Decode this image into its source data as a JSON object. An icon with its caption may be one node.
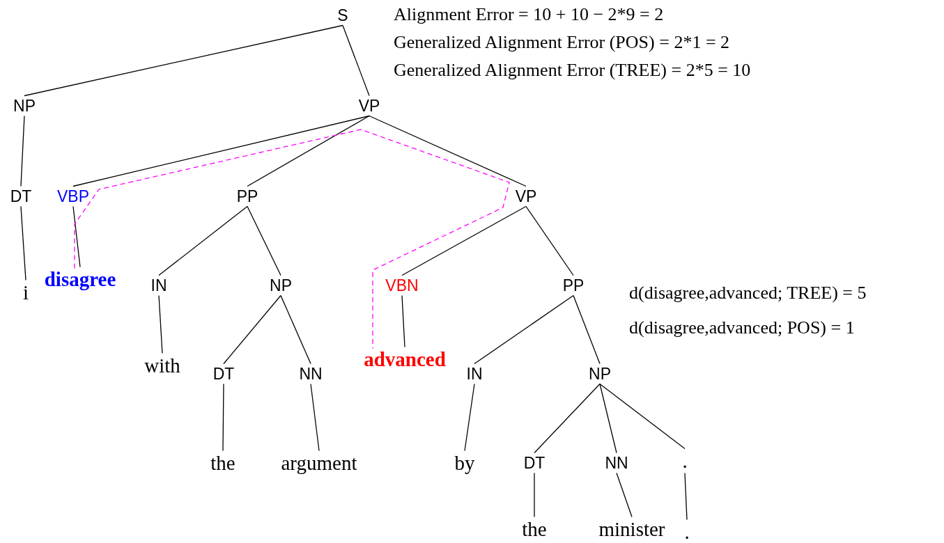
{
  "diagram": {
    "nodes": [
      {
        "text": [
          "S"
        ]
      },
      {
        "text": [
          "NP"
        ]
      },
      {
        "text": [
          "VP"
        ]
      },
      {
        "text": [
          "DT"
        ]
      },
      {
        "text": [
          "VBP"
        ]
      },
      {
        "text": [
          "i"
        ]
      },
      {
        "text": [
          "disagree"
        ]
      },
      {
        "text": [
          "PP"
        ]
      },
      {
        "text": [
          "VP"
        ]
      },
      {
        "text": [
          "IN"
        ]
      },
      {
        "text": [
          "NP"
        ]
      },
      {
        "text": [
          "with"
        ]
      },
      {
        "text": [
          "DT"
        ]
      },
      {
        "text": [
          "NN"
        ]
      },
      {
        "text": [
          "the"
        ]
      },
      {
        "text": [
          "argument"
        ]
      },
      {
        "text": [
          "VBN"
        ]
      },
      {
        "text": [
          "PP"
        ]
      },
      {
        "text": [
          "advanced"
        ]
      },
      {
        "text": [
          "IN"
        ]
      },
      {
        "text": [
          "NP"
        ]
      },
      {
        "text": [
          "by"
        ]
      },
      {
        "text": [
          "DT"
        ]
      },
      {
        "text": [
          "NN"
        ]
      },
      {
        "text": [
          "."
        ]
      },
      {
        "text": [
          "the"
        ]
      },
      {
        "text": [
          "minister"
        ]
      },
      {
        "text": [
          "."
        ]
      }
    ],
    "edges": [
      {
        "from": 0,
        "to": 1,
        "arrow": "none"
      },
      {
        "from": 0,
        "to": 2,
        "arrow": "none"
      },
      {
        "from": 1,
        "to": 3,
        "arrow": "none"
      },
      {
        "from": 2,
        "to": 4,
        "arrow": "none"
      },
      {
        "from": 2,
        "to": 7,
        "arrow": "none"
      },
      {
        "from": 2,
        "to": 8,
        "arrow": "none"
      },
      {
        "from": 3,
        "to": 5,
        "arrow": "none"
      },
      {
        "from": 4,
        "to": 6,
        "arrow": "none"
      },
      {
        "from": 7,
        "to": 9,
        "arrow": "none"
      },
      {
        "from": 7,
        "to": 10,
        "arrow": "none"
      },
      {
        "from": 8,
        "to": 16,
        "arrow": "none"
      },
      {
        "from": 8,
        "to": 17,
        "arrow": "none"
      },
      {
        "from": 9,
        "to": 11,
        "arrow": "none"
      },
      {
        "from": 10,
        "to": 12,
        "arrow": "none"
      },
      {
        "from": 10,
        "to": 13,
        "arrow": "none"
      },
      {
        "from": 12,
        "to": 14,
        "arrow": "none"
      },
      {
        "from": 13,
        "to": 15,
        "arrow": "none"
      },
      {
        "from": 16,
        "to": 18,
        "arrow": "none"
      },
      {
        "from": 17,
        "to": 19,
        "arrow": "none"
      },
      {
        "from": 17,
        "to": 20,
        "arrow": "none"
      },
      {
        "from": 19,
        "to": 21,
        "arrow": "none"
      },
      {
        "from": 20,
        "to": 22,
        "arrow": "none"
      },
      {
        "from": 20,
        "to": 23,
        "arrow": "none"
      },
      {
        "from": 20,
        "to": 24,
        "arrow": "none"
      },
      {
        "from": 22,
        "to": 25,
        "arrow": "none"
      },
      {
        "from": 23,
        "to": 26,
        "arrow": "none"
      },
      {
        "from": 24,
        "to": 27,
        "arrow": "none"
      },
      {
        "from": 6,
        "to": 18,
        "arrow": "none",
        "style": "dashed",
        "color": "#ff00ff"
      }
    ],
    "labels": [
      "Alignment Error = 10 + 10 − 2*9 = 2",
      "Generalized Alignment Error (POS) = 2*1 = 2",
      "Generalized Alignment Error (TREE) = 2*5 = 10",
      "d(disagree,advanced; TREE) = 5",
      "d(disagree,advanced; POS) = 1"
    ]
  }
}
